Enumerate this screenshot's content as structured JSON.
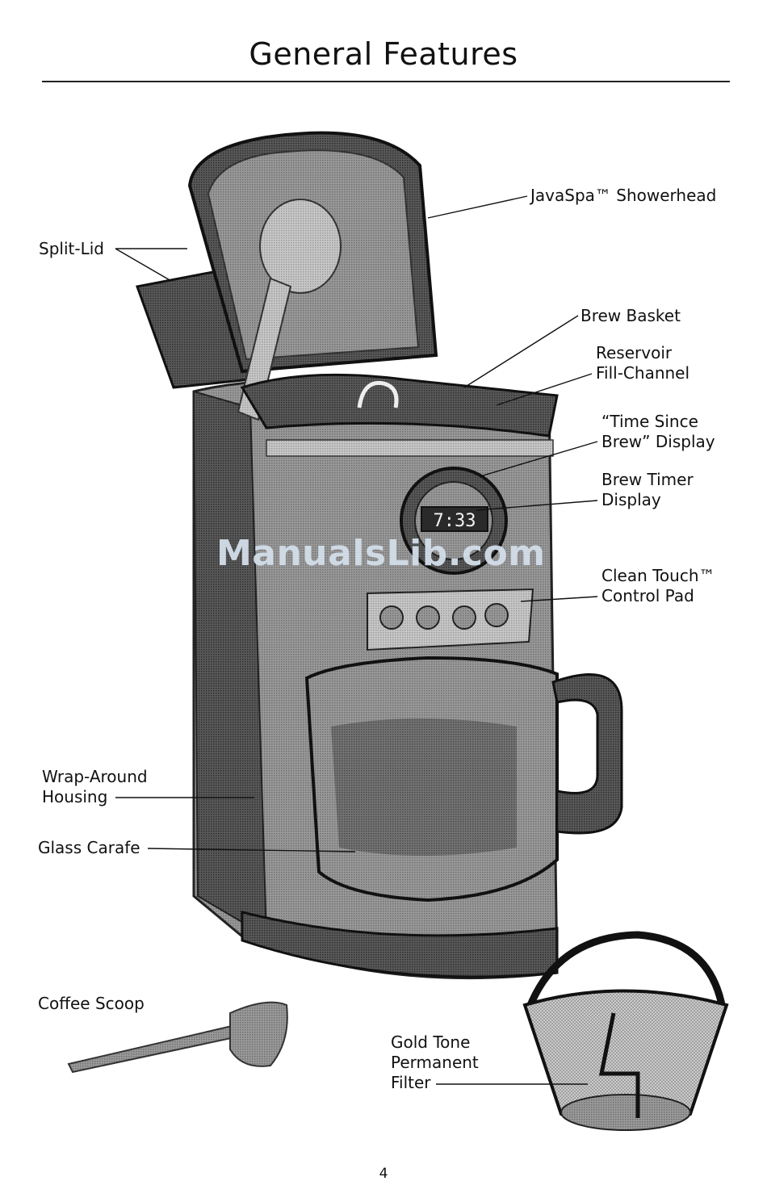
{
  "title": "General Features",
  "labels": {
    "showerhead": "JavaSpa™ Showerhead",
    "split_lid": "Split-Lid",
    "brew_basket": "Brew Basket",
    "reservoir": "Reservoir\nFill-Channel",
    "time_since_brew": "“Time Since\nBrew” Display",
    "brew_timer": "Brew Timer\nDisplay",
    "clean_touch": "Clean Touch™\nControl Pad",
    "wrap_around": "Wrap-Around\nHousing",
    "glass_carafe": "Glass Carafe",
    "coffee_scoop": "Coffee Scoop",
    "gold_filter": "Gold Tone\nPermanent\nFilter"
  },
  "display_readout": "7:33",
  "watermark": "ManualsLib.com",
  "page_number": "4"
}
